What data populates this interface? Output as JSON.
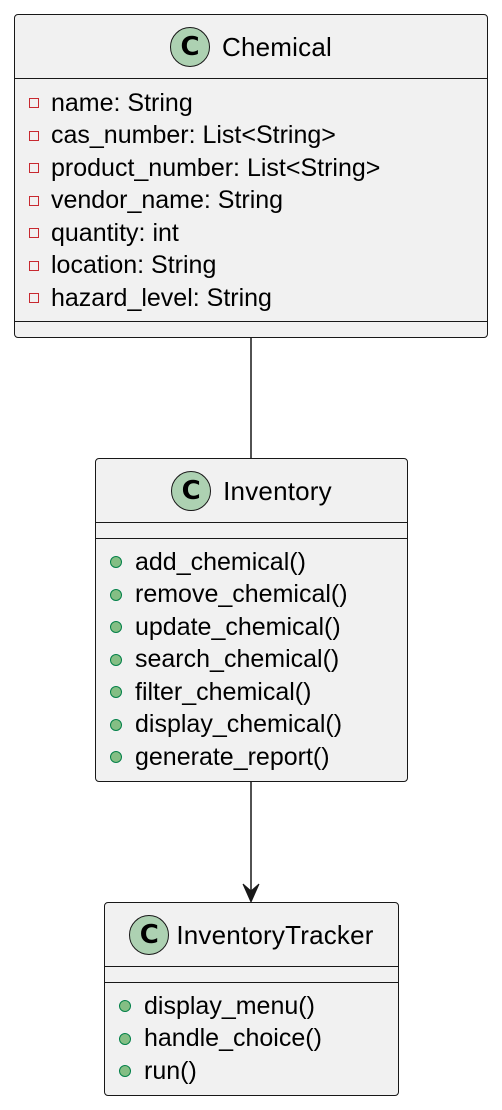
{
  "diagram": {
    "classes": [
      {
        "id": "chemical",
        "stereotype": "C",
        "name": "Chemical",
        "attributes": [
          "name: String",
          "cas_number: List<String>",
          "product_number: List<String>",
          "vendor_name: String",
          "quantity: int",
          "location: String",
          "hazard_level: String"
        ],
        "attribute_visibility": "private",
        "methods": []
      },
      {
        "id": "inventory",
        "stereotype": "C",
        "name": "Inventory",
        "attributes": [],
        "methods": [
          "add_chemical()",
          "remove_chemical()",
          "update_chemical()",
          "search_chemical()",
          "filter_chemical()",
          "display_chemical()",
          "generate_report()"
        ],
        "method_visibility": "public"
      },
      {
        "id": "inventory-tracker",
        "stereotype": "C",
        "name": "InventoryTracker",
        "attributes": [],
        "methods": [
          "display_menu()",
          "handle_choice()",
          "run()"
        ],
        "method_visibility": "public"
      }
    ],
    "relations": [
      {
        "from": "chemical",
        "to": "inventory",
        "type": "association"
      },
      {
        "from": "inventory",
        "to": "inventory-tracker",
        "type": "directed-association"
      }
    ],
    "colors": {
      "class_fill": "#f1f1f1",
      "border": "#181818",
      "stereotype_circle": "#add1b2",
      "private_marker": "#c82930",
      "public_marker_fill": "#84be84",
      "public_marker_border": "#038048"
    }
  }
}
